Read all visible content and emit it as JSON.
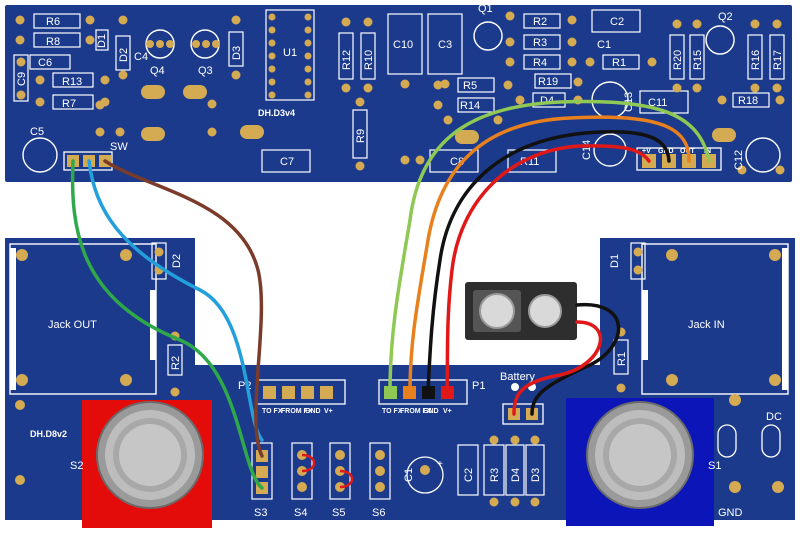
{
  "top_board": {
    "name": "DH.D3v4",
    "labels": {
      "R6": "R6",
      "R8": "R8",
      "D1": "D1",
      "D2": "D2",
      "C4": "C4",
      "Q4": "Q4",
      "Q3": "Q3",
      "D3": "D3",
      "U1": "U1",
      "R12": "R12",
      "R10": "R10",
      "C10": "C10",
      "C3": "C3",
      "Q1": "Q1",
      "R2": "R2",
      "R3": "R3",
      "R4": "R4",
      "C2": "C2",
      "C1": "C1",
      "R1": "R1",
      "R20": "R20",
      "R15": "R15",
      "Q2": "Q2",
      "R16": "R16",
      "R17": "R17",
      "C9": "C9",
      "C6": "C6",
      "R13": "R13",
      "R7": "R7",
      "R5": "R5",
      "R14": "R14",
      "R19": "R19",
      "D4": "D4",
      "C13": "C13",
      "C11": "C11",
      "R18": "R18",
      "C5": "C5",
      "SW": "SW",
      "R9": "R9",
      "C7": "C7",
      "C8": "C8",
      "R11": "R11",
      "C14": "C14",
      "C12": "C12"
    },
    "header_pins": [
      "+V",
      "GND",
      "OUT",
      "IN"
    ]
  },
  "bottom_board": {
    "name": "DH.D8v2",
    "jack_out": "Jack OUT",
    "jack_in": "Jack IN",
    "battery": "Battery",
    "p1": "P1",
    "p2": "P2",
    "header_p2": [
      "TO FX",
      "FROM FX",
      "GND",
      "V+"
    ],
    "header_p1": [
      "TO FX",
      "FROM FX",
      "GND",
      "V+"
    ],
    "switches": [
      "S2",
      "S3",
      "S4",
      "S5",
      "S6",
      "S1"
    ],
    "labels": {
      "D2": "D2",
      "R2": "R2",
      "D1": "D1",
      "R1": "R1",
      "C1": "C1",
      "C2": "C2",
      "R3": "R3",
      "D4": "D4",
      "D3": "D3",
      "DC": "DC",
      "GND": "GND"
    }
  },
  "colors": {
    "pcb": "#1c3a8c",
    "pcb_dark": "#14306f",
    "copper": "#d4aa52",
    "silk": "#ffffff",
    "wire_green": "#2fa84a",
    "wire_blue": "#23a0db",
    "wire_brown": "#7a3b2a",
    "wire_lightgreen": "#8fc953",
    "wire_orange": "#e8801d",
    "wire_black": "#111111",
    "wire_red": "#e01818",
    "footswitch_left_bg": "#e40b0b",
    "footswitch_right_bg": "#0c16b8"
  }
}
